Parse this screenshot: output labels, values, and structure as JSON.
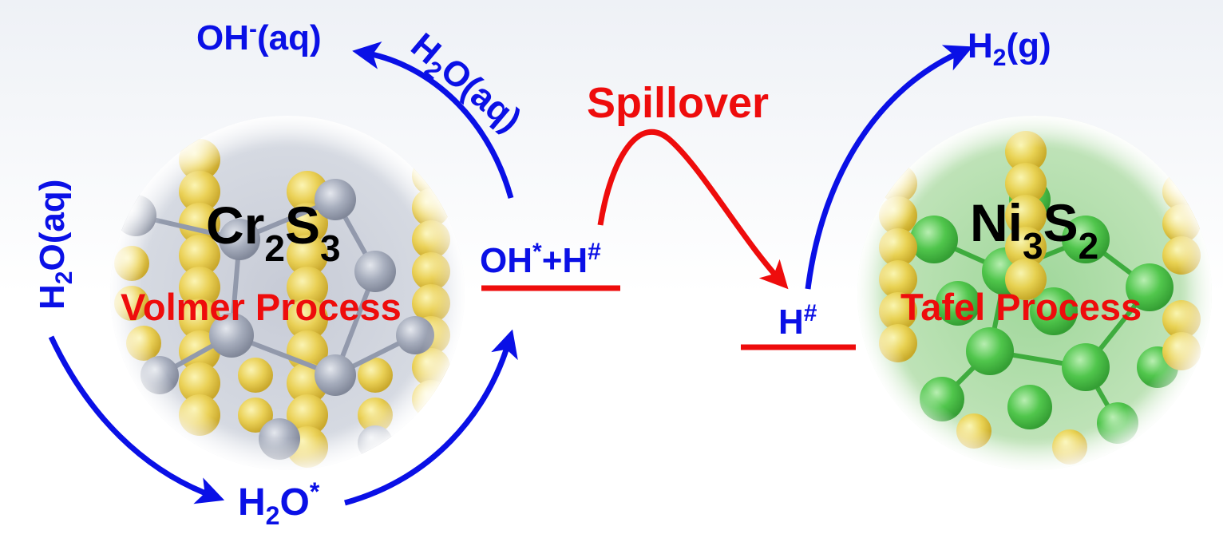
{
  "colors": {
    "blue": "#0a10e6",
    "red": "#ee0c0c",
    "black": "#000000",
    "sulfur": "#e6c632",
    "chromium": "#9aa3b3",
    "nickel": "#3cbf3c"
  },
  "left_material": {
    "formula_base_1": "Cr",
    "formula_sub_1": "2",
    "formula_base_2": "S",
    "formula_sub_2": "3",
    "process": "Volmer Process"
  },
  "right_material": {
    "formula_base_1": "Ni",
    "formula_sub_1": "3",
    "formula_base_2": "S",
    "formula_sub_2": "2",
    "process": "Tafel Process"
  },
  "species": {
    "oh_aq_base": "OH",
    "oh_aq_sup": "-",
    "oh_aq_tail": "(aq)",
    "h2o_top_h": "H",
    "h2o_top_sub": "2",
    "h2o_top_tail": "O(aq)",
    "h2o_left_h": "H",
    "h2o_left_sub": "2",
    "h2o_left_tail": "O(aq)",
    "h2o_ads_h": "H",
    "h2o_ads_sub": "2",
    "h2o_ads_o": "O",
    "h2o_ads_sup": "*",
    "ohh_oh": "OH",
    "ohh_sup1": "*",
    "ohh_plus_h": "+H",
    "ohh_sup2": "#",
    "h_hash_h": "H",
    "h_hash_sup": "#",
    "h2g_h": "H",
    "h2g_sub": "2",
    "h2g_tail": "(g)"
  },
  "spillover_label": "Spillover"
}
